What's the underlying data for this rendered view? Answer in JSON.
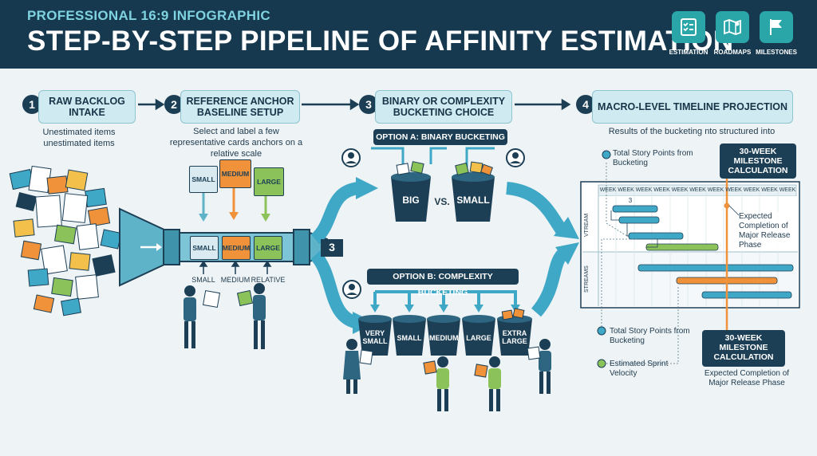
{
  "header": {
    "kicker": "PROFESSIONAL 16:9 INFOGRAPHIC",
    "title": "STEP-BY-STEP PIPELINE OF AFFINITY ESTIMATION",
    "icons": [
      {
        "icon": "checklist-icon",
        "label": "ESTIMATION"
      },
      {
        "icon": "map-icon",
        "label": "ROADMAPS"
      },
      {
        "icon": "flag-icon",
        "label": "MILESTONES"
      }
    ]
  },
  "steps": [
    {
      "number": "1",
      "label": "RAW BACKLOG INTAKE",
      "description": "Unestimated items unestimated items"
    },
    {
      "number": "2",
      "label": "REFERENCE ANCHOR BASELINE SETUP",
      "description": "Select and label a few representative cards anchors on a relative scale"
    },
    {
      "number": "3",
      "label": "BINARY OR COMPLEXITY BUCKETING CHOICE",
      "description": ""
    },
    {
      "number": "4",
      "label": "MACRO-LEVEL TIMELINE PROJECTION",
      "description": "Results of the bucketing nto structured into"
    }
  ],
  "anchors": {
    "cards_top": [
      "SMALL",
      "MEDIUM",
      "LARGE"
    ],
    "cards_pipe": [
      "SMALL",
      "MEDIUM",
      "LARGE"
    ],
    "scale_labels": [
      "SMALL",
      "MEDIUM",
      "RELATIVE"
    ]
  },
  "branch_number": "3",
  "option_a": {
    "title": "OPTION A: BINARY BUCKETING",
    "buckets": [
      "BIG",
      "SMALL"
    ],
    "vs": "VS."
  },
  "option_b": {
    "title": "OPTION B: COMPLEXITY BUCKETING",
    "buckets": [
      "VERY SMALL",
      "SMALL",
      "MEDIUM",
      "LARGE",
      "EXTRA LARGE"
    ]
  },
  "timeline": {
    "week_label": "WEEK",
    "week_count": 11,
    "lanes": [
      "VTREAM",
      "STREAMS"
    ],
    "bar_number": "3",
    "label_points_top": "Total Story Points from Bucketing",
    "label_points_bottom": "Total Story Points from Bucketing",
    "label_velocity": "Estimated Sprint Velocity",
    "label_completion_side": "Expected Completion of Major Release Phase",
    "milestone_top": "30-WEEK MILESTONE CALCULATION",
    "milestone_bottom": "30-WEEK MILESTONE CALCULATION",
    "label_completion_bottom": "Expected Completion of Major Release Phase"
  },
  "colors": {
    "navy": "#1c3f56",
    "teal": "#2aa6a9",
    "orange": "#f0923a",
    "green": "#8cc25a",
    "light_blue": "#cfeaf0"
  }
}
